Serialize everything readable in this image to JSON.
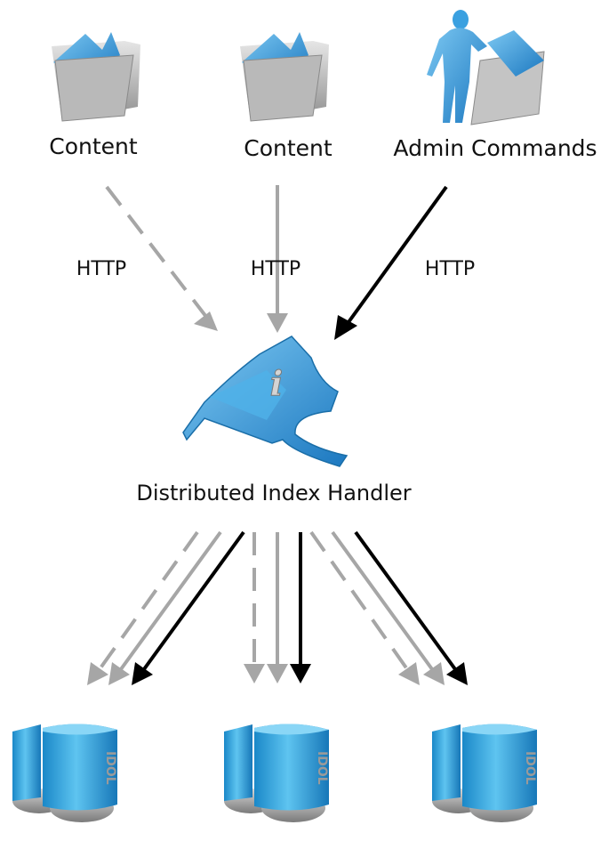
{
  "sources": [
    {
      "label": "Content",
      "icon": "content-folder-icon"
    },
    {
      "label": "Content",
      "icon": "content-folder-icon"
    },
    {
      "label": "Admin Commands",
      "icon": "admin-figure-folder-icon"
    }
  ],
  "protocol_labels": [
    "HTTP",
    "HTTP",
    "HTTP"
  ],
  "handler": {
    "label": "Distributed Index Handler",
    "icon": "dih-hub-icon",
    "glyph": "i"
  },
  "servers": [
    {
      "icon": "idol-server-icon",
      "badge": "IDOL"
    },
    {
      "icon": "idol-server-icon",
      "badge": "IDOL"
    },
    {
      "icon": "idol-server-icon",
      "badge": "IDOL"
    }
  ],
  "colors": {
    "content_arrow": "#a6a6a6",
    "admin_arrow": "#000000",
    "accent_blue": "#2f95d6"
  }
}
